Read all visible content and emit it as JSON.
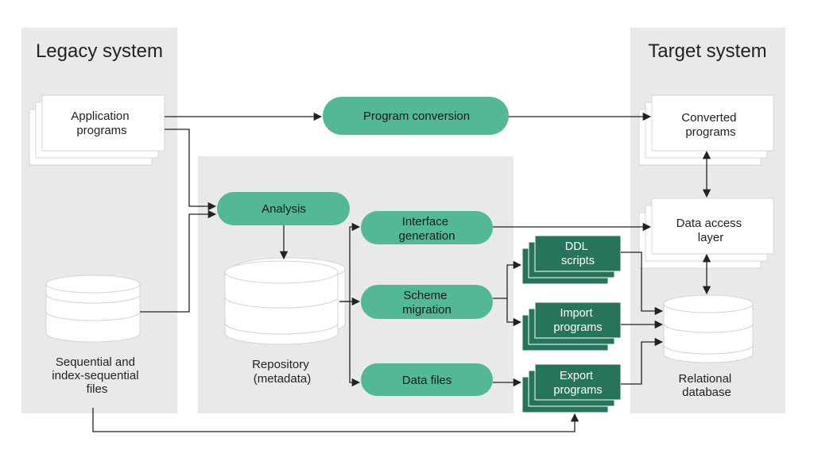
{
  "colors": {
    "panel": "#e9e9e9",
    "pill": "#52b896",
    "dark_box": "#26745c",
    "line": "#222222"
  },
  "legacy": {
    "title": "Legacy system",
    "app_programs": [
      "Application",
      "programs"
    ],
    "seq_files": [
      "Sequential and",
      "index-sequential",
      "files"
    ]
  },
  "target": {
    "title": "Target system",
    "converted": [
      "Converted",
      "programs"
    ],
    "data_access": [
      "Data access",
      "layer"
    ],
    "relational_db": [
      "Relational",
      "database"
    ]
  },
  "middle": {
    "program_conversion": "Program conversion",
    "analysis": "Analysis",
    "repository": [
      "Repository",
      "(metadata)"
    ],
    "interface_generation": [
      "Interface",
      "generation"
    ],
    "scheme_migration": [
      "Scheme",
      "migration"
    ],
    "data_files": "Data files",
    "ddl_scripts": [
      "DDL",
      "scripts"
    ],
    "import_programs": [
      "Import",
      "programs"
    ],
    "export_programs": [
      "Export",
      "programs"
    ]
  }
}
